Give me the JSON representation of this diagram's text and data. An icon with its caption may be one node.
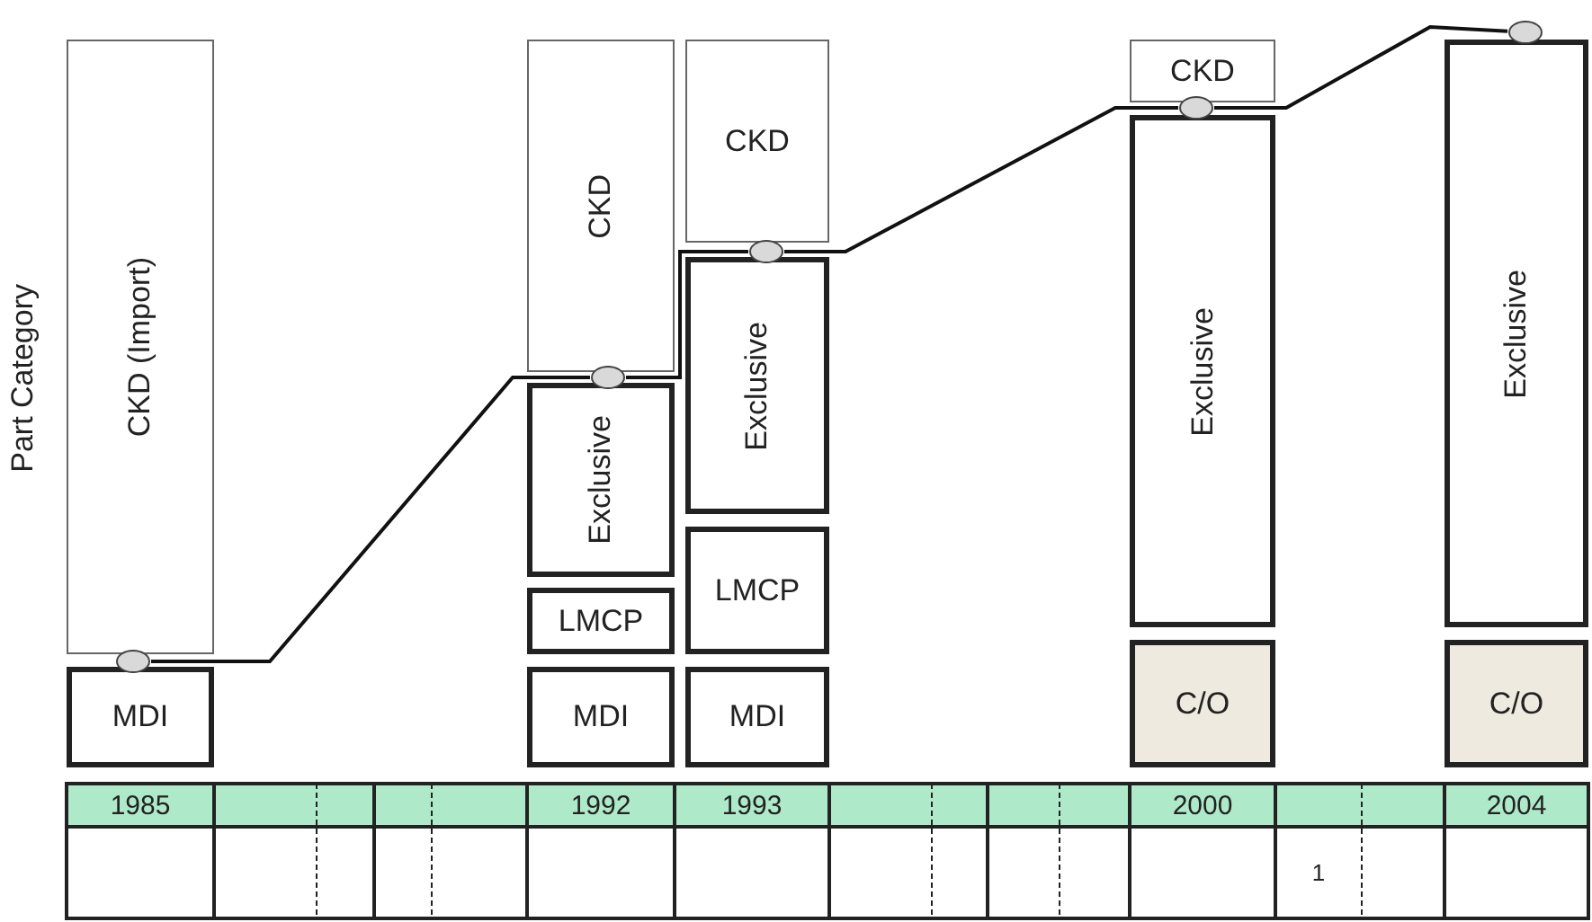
{
  "diagram": {
    "nodes": [
      {
        "text": [
          "CKD (Import)"
        ]
      },
      {
        "text": [
          "MDI"
        ]
      },
      {
        "text": [
          "CKD"
        ]
      },
      {
        "text": [
          "Exclusive"
        ]
      },
      {
        "text": [
          "LMCP"
        ]
      },
      {
        "text": [
          "MDI"
        ]
      },
      {
        "text": [
          "CKD"
        ]
      },
      {
        "text": [
          "Exclusive"
        ]
      },
      {
        "text": [
          "LMCP"
        ]
      },
      {
        "text": [
          "MDI"
        ]
      },
      {
        "text": [
          "CKD"
        ]
      },
      {
        "text": [
          "Exclusive"
        ]
      },
      {
        "text": [
          "C/O"
        ]
      },
      {
        "text": [
          "Exclusive"
        ]
      },
      {
        "text": [
          "C/O"
        ]
      },
      {
        "text": [],
        "shape": "circle"
      },
      {
        "text": [],
        "shape": "circle"
      },
      {
        "text": [],
        "shape": "circle"
      },
      {
        "text": [],
        "shape": "circle"
      },
      {
        "text": [],
        "shape": "circle"
      }
    ],
    "edges": [
      {
        "from": 15,
        "to": 16,
        "arrow": "none"
      },
      {
        "from": 16,
        "to": 17,
        "arrow": "none"
      },
      {
        "from": 17,
        "to": 18,
        "arrow": "none"
      },
      {
        "from": 18,
        "to": 19,
        "arrow": "none"
      }
    ],
    "labels": [
      "Part Category",
      "1985",
      "1992",
      "1993",
      "2000",
      "2004",
      "1"
    ]
  }
}
